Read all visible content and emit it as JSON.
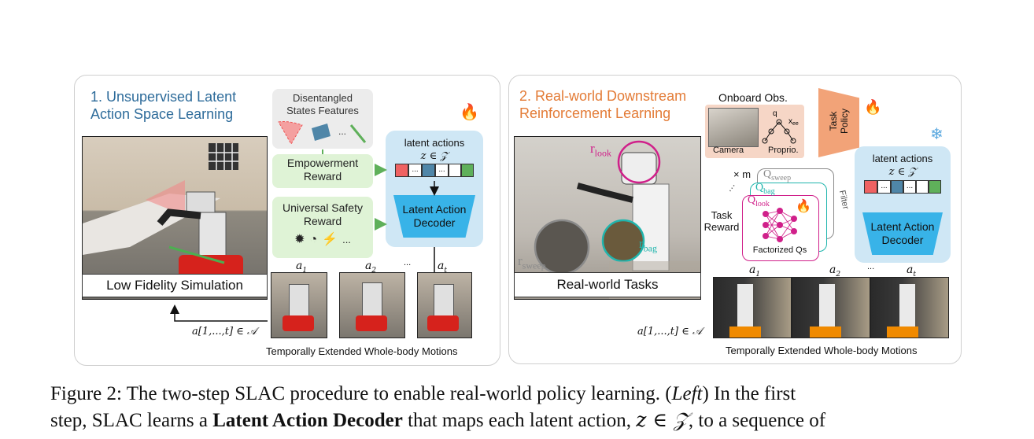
{
  "left_panel": {
    "title_line1": "1. Unsupervised Latent",
    "title_line2": "Action Space Learning",
    "features_line1": "Disentangled",
    "features_line2": "States Features",
    "features_ellipsis": "...",
    "empowerment_line1": "Empowerment",
    "empowerment_line2": "Reward",
    "safety_line1": "Universal Safety",
    "safety_line2": "Reward",
    "safety_ellipsis": "...",
    "latent_actions_label": "latent actions",
    "latent_math": "z ∈ 𝒵",
    "seg_dots": "...",
    "decoder_line1": "Latent Action",
    "decoder_line2": "Decoder",
    "sim_label": "Low Fidelity Simulation",
    "action_labels": [
      "a",
      "a",
      "...",
      "a"
    ],
    "action_subs": [
      "1",
      "2",
      "",
      "t"
    ],
    "sequence_label": "a[1,...,t] ∈ 𝒜",
    "motions_label": "Temporally Extended Whole-body Motions"
  },
  "right_panel": {
    "title_line1": "2. Real-world Downstream",
    "title_line2": "Reinforcement Learning",
    "onboard_label": "Onboard Obs.",
    "camera_label": "Camera",
    "proprio_label": "Proprio.",
    "proprio_q": "q",
    "proprio_x": "x",
    "proprio_xsub": "ee",
    "task_policy_line1": "Task",
    "task_policy_line2": "Policy",
    "latent_actions_label": "latent actions",
    "latent_math": "z ∈ 𝒵",
    "seg_dots": "...",
    "decoder_line1": "Latent Action",
    "decoder_line2": "Decoder",
    "r_look": "r",
    "r_look_sub": "look",
    "r_bag": "r",
    "r_bag_sub": "bag",
    "r_sweep": "r",
    "r_sweep_sub": "sweep",
    "real_label": "Real-world Tasks",
    "task_reward_line1": "Task",
    "task_reward_line2": "Reward",
    "times_m": "× m",
    "q_sweep": "Q",
    "q_sweep_sub": "sweep",
    "q_bag": "Q",
    "q_bag_sub": "bag",
    "q_look": "Q",
    "q_look_sub": "look",
    "factorized_label": "Factorized Qs",
    "filter_label": "Filter",
    "action_labels": [
      "a",
      "a",
      "...",
      "a"
    ],
    "action_subs": [
      "1",
      "2",
      "",
      "t"
    ],
    "sequence_label": "a[1,...,t] ∈ 𝒜",
    "motions_label": "Temporally Extended Whole-body Motions"
  },
  "caption": {
    "line1_a": "Figure 2: The two-step SLAC procedure to enable real-world policy learning.  (",
    "line1_left": "Left",
    "line1_b": ") In the first",
    "line2_a": "step, SLAC learns a ",
    "line2_bold": "Latent Action Decoder",
    "line2_b": " that maps each latent action, ",
    "line2_math": "z ∈ 𝒵",
    "line2_c": ", to a sequence of"
  },
  "colors": {
    "green_box": "#dff3d6",
    "blue_box": "#cfe7f5",
    "decoder": "#38b3e8",
    "seg_red": "#ef6262",
    "seg_blue": "#4f86a8",
    "seg_green": "#5fb05a",
    "policy_orange": "#f2a378",
    "q_magenta": "#d0208a",
    "q_teal": "#20b5ad",
    "q_grey": "#8a8a8a"
  }
}
